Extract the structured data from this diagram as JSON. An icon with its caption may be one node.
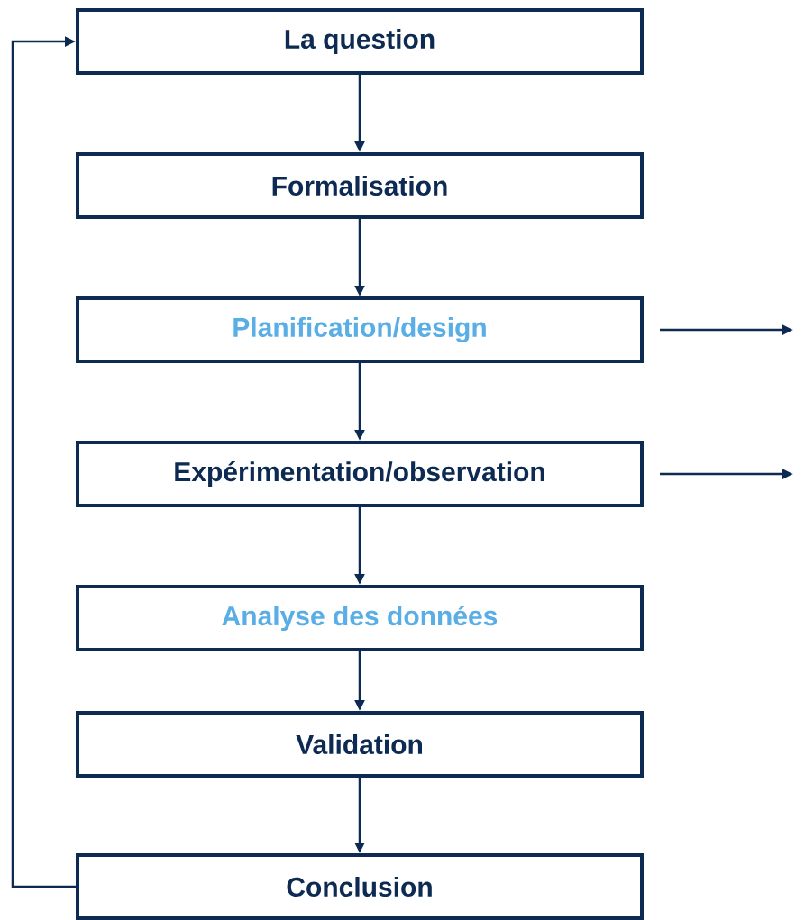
{
  "diagram": {
    "nodes": [
      {
        "text": [
          "La question"
        ]
      },
      {
        "text": [
          "Formalisation"
        ]
      },
      {
        "text": [
          "Planification/design"
        ]
      },
      {
        "text": [
          "Expérimentation/observation"
        ]
      },
      {
        "text": [
          "Analyse des données"
        ]
      },
      {
        "text": [
          "Validation"
        ]
      },
      {
        "text": [
          "Conclusion"
        ]
      }
    ],
    "edges": [
      {
        "from": 0,
        "to": 1,
        "arrow": "to"
      },
      {
        "from": 1,
        "to": 2,
        "arrow": "to"
      },
      {
        "from": 2,
        "to": 3,
        "arrow": "to"
      },
      {
        "from": 3,
        "to": 4,
        "arrow": "to"
      },
      {
        "from": 4,
        "to": 5,
        "arrow": "to"
      },
      {
        "from": 5,
        "to": 6,
        "arrow": "to"
      },
      {
        "from": 6,
        "to": 0,
        "arrow": "to"
      },
      {
        "from": 2,
        "to": null,
        "arrow": "to"
      },
      {
        "from": 3,
        "to": null,
        "arrow": "to"
      }
    ]
  }
}
